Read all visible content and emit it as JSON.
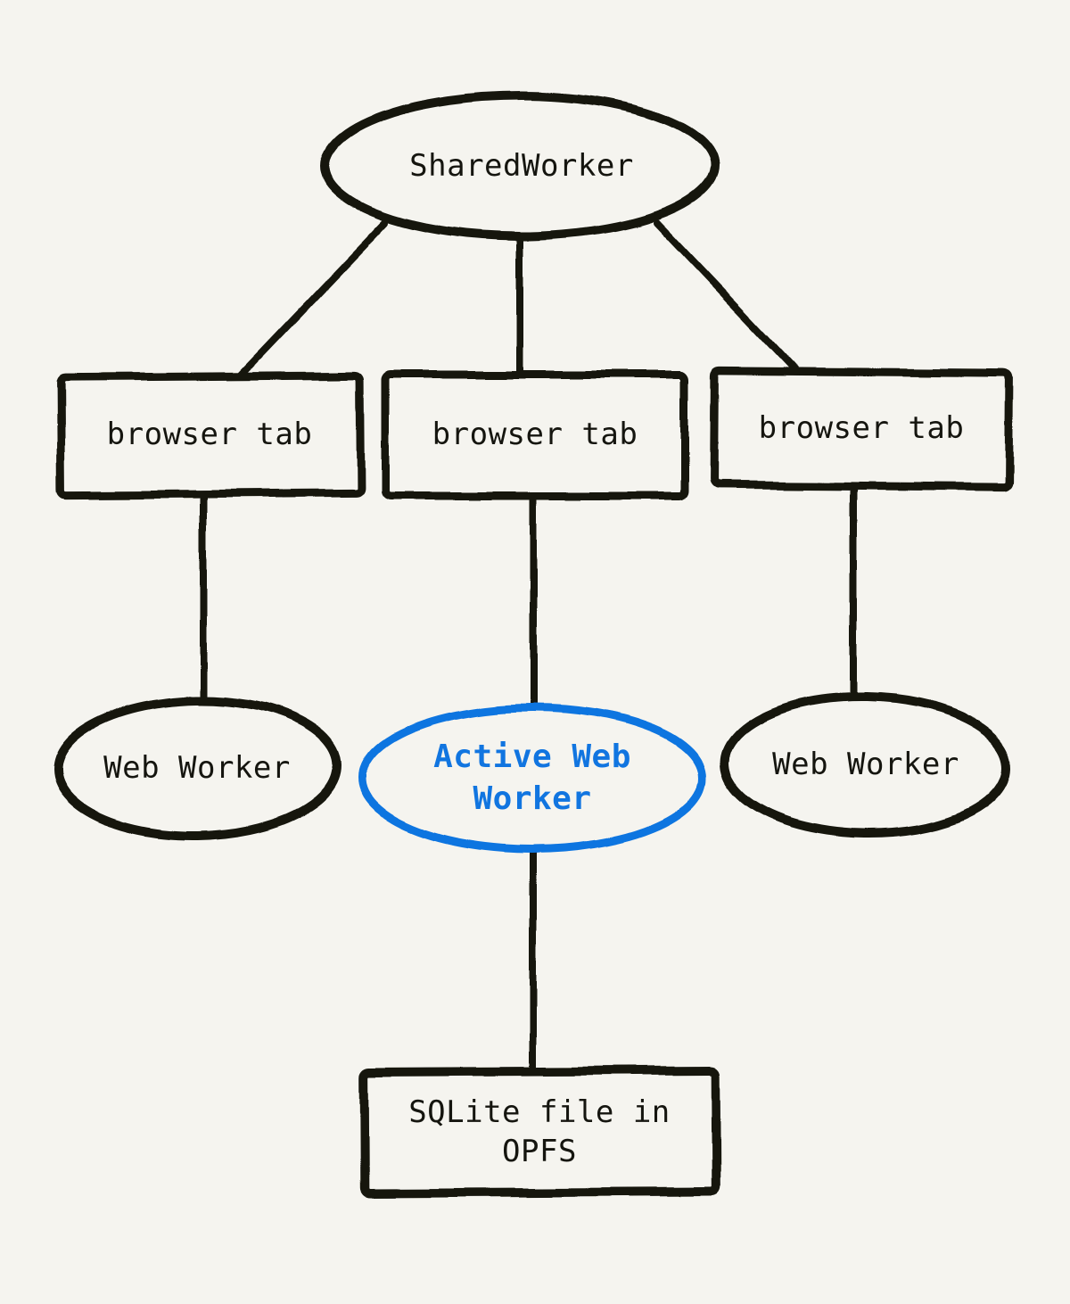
{
  "diagram": {
    "colors": {
      "background": "#f5f4ef",
      "stroke": "#15150f",
      "accent": "#1175e0"
    },
    "nodes": {
      "shared_worker": {
        "label": "SharedWorker",
        "shape": "ellipse"
      },
      "tab_left": {
        "label": "browser tab",
        "shape": "rect"
      },
      "tab_center": {
        "label": "browser tab",
        "shape": "rect"
      },
      "tab_right": {
        "label": "browser tab",
        "shape": "rect"
      },
      "worker_left": {
        "label": "Web Worker",
        "shape": "ellipse"
      },
      "worker_active": {
        "label": "Active Web Worker",
        "shape": "ellipse",
        "highlighted": true
      },
      "worker_right": {
        "label": "Web Worker",
        "shape": "ellipse"
      },
      "sqlite_file": {
        "label": "SQLite file in OPFS",
        "shape": "rect"
      }
    },
    "edges": [
      {
        "from": "shared_worker",
        "to": "tab_left"
      },
      {
        "from": "shared_worker",
        "to": "tab_center"
      },
      {
        "from": "shared_worker",
        "to": "tab_right"
      },
      {
        "from": "tab_left",
        "to": "worker_left"
      },
      {
        "from": "tab_center",
        "to": "worker_active"
      },
      {
        "from": "tab_right",
        "to": "worker_right"
      },
      {
        "from": "worker_active",
        "to": "sqlite_file"
      }
    ]
  }
}
